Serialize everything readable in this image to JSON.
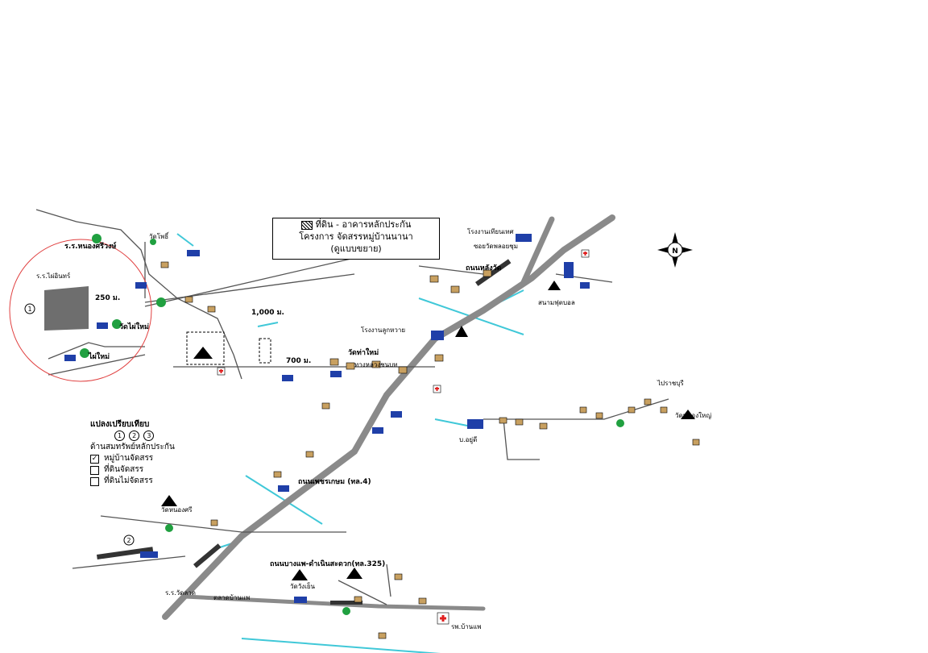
{
  "legend": {
    "line1": "ที่ดิน - อาคารหลักประกัน",
    "line2": "โครงการ จัดสรรหมู่บ้านนานา",
    "line3": "(ดูแบบขยาย)"
  },
  "key": {
    "title": "แปลงเปรียบเทียบ",
    "numbers": [
      "1",
      "2",
      "3"
    ],
    "subtitle": "ด้านสมทรัพย์หลักประกัน",
    "items": [
      {
        "label": "หมู่บ้านจัดสรร",
        "checked": "✓"
      },
      {
        "label": "ที่ดินจัดสรร",
        "checked": ""
      },
      {
        "label": "ที่ดินไม่จัดสรร",
        "checked": ""
      }
    ]
  },
  "distances": {
    "d250": "250 ม.",
    "d1000": "1,000 ม.",
    "d700": "700 ม."
  },
  "roads": {
    "main": "ถนนเพชรเกษม (ทล.4)",
    "secondary": "ถนนบางแพ-ดำเนินสะดวก(ทล.325)"
  },
  "places": {
    "school_top": "ร.ร.ไผ่อินทร์",
    "wat_kho": "วัดโพธิ์",
    "school_nong": "ร.ร.หนองศรีวงษ์",
    "wat_pai": "วัดไผ่ใหม่",
    "pai_mai": "ไผ่ใหม่",
    "wat_huai": "วัดหนองศรี",
    "wat_tha": "วัดท่าใหม่",
    "wat_pho_bot": "วัดวังเย็น",
    "hospital": "รพ.บ้านแพ",
    "market": "ตลาดบ้านแพ",
    "school_bot": "ร.ร.วัดลาด",
    "wat_right": "วัดหนองใหญ่",
    "factory": "บ.อยู่ดี",
    "nayok": "ถนนหลังวัด",
    "r1": "ซอยวัดพลอยชุม",
    "r2": "โรงงานเทียนเทศ",
    "r3": "ทางหลวงชนบท",
    "r4": "โรงงานลูกหวาย",
    "r5": "สนามฟุตบอล",
    "r6": "ไปราชบุรี"
  },
  "marker": {
    "num1": "1",
    "num2": "2",
    "compass": "N"
  },
  "colors": {
    "road": "#8a8a8a",
    "water": "#40c8d8",
    "circle": "#e04040",
    "house": "#c8a060",
    "building": "#1f3fa8",
    "tree": "#20a040"
  }
}
